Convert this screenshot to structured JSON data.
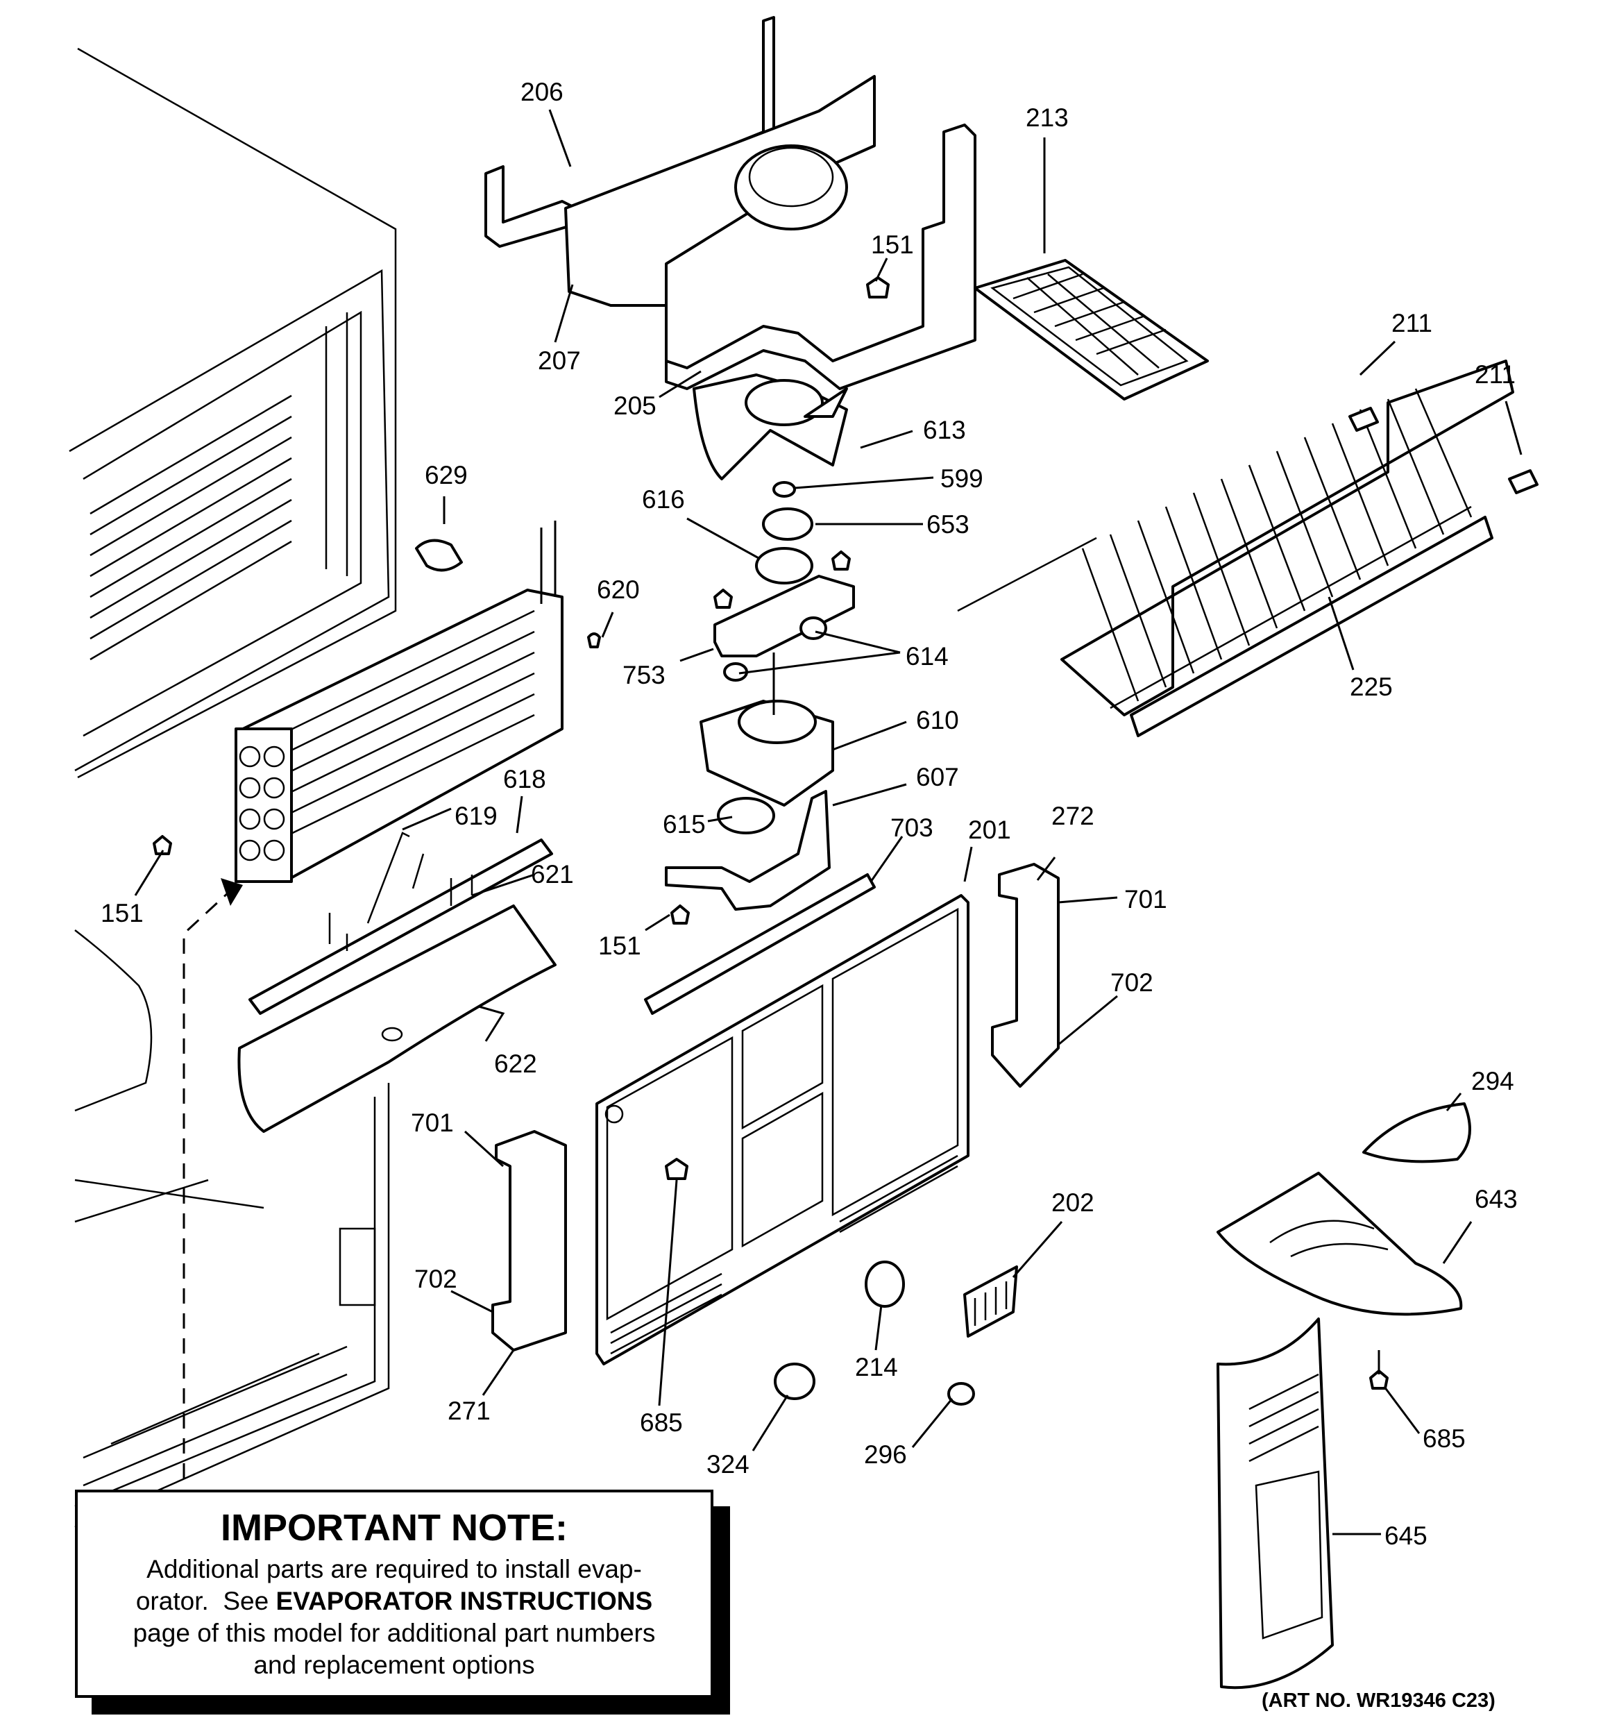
{
  "callouts": [
    {
      "id": "206",
      "label": "206"
    },
    {
      "id": "207",
      "label": "207"
    },
    {
      "id": "205",
      "label": "205"
    },
    {
      "id": "151a",
      "label": "151"
    },
    {
      "id": "213",
      "label": "213"
    },
    {
      "id": "211a",
      "label": "211"
    },
    {
      "id": "211b",
      "label": "211"
    },
    {
      "id": "613",
      "label": "613"
    },
    {
      "id": "599",
      "label": "599"
    },
    {
      "id": "616",
      "label": "616"
    },
    {
      "id": "653",
      "label": "653"
    },
    {
      "id": "629",
      "label": "629"
    },
    {
      "id": "620",
      "label": "620"
    },
    {
      "id": "753",
      "label": "753"
    },
    {
      "id": "614",
      "label": "614"
    },
    {
      "id": "225",
      "label": "225"
    },
    {
      "id": "610",
      "label": "610"
    },
    {
      "id": "618",
      "label": "618"
    },
    {
      "id": "619",
      "label": "619"
    },
    {
      "id": "607",
      "label": "607"
    },
    {
      "id": "615",
      "label": "615"
    },
    {
      "id": "703",
      "label": "703"
    },
    {
      "id": "201",
      "label": "201"
    },
    {
      "id": "272",
      "label": "272"
    },
    {
      "id": "701a",
      "label": "701"
    },
    {
      "id": "151b",
      "label": "151"
    },
    {
      "id": "621",
      "label": "621"
    },
    {
      "id": "151c",
      "label": "151"
    },
    {
      "id": "702a",
      "label": "702"
    },
    {
      "id": "622",
      "label": "622"
    },
    {
      "id": "294",
      "label": "294"
    },
    {
      "id": "701b",
      "label": "701"
    },
    {
      "id": "643",
      "label": "643"
    },
    {
      "id": "202",
      "label": "202"
    },
    {
      "id": "702b",
      "label": "702"
    },
    {
      "id": "214",
      "label": "214"
    },
    {
      "id": "271",
      "label": "271"
    },
    {
      "id": "685a",
      "label": "685"
    },
    {
      "id": "685b",
      "label": "685"
    },
    {
      "id": "324",
      "label": "324"
    },
    {
      "id": "296",
      "label": "296"
    },
    {
      "id": "645",
      "label": "645"
    }
  ],
  "note": {
    "title": "IMPORTANT NOTE:",
    "line1": "Additional parts are required to install evap-",
    "line2_pre": "orator.  See ",
    "line2_bold": "EVAPORATOR INSTRUCTIONS",
    "line3": "page of this model for additional part numbers",
    "line4": "and replacement options"
  },
  "art_number": "(ART NO. WR19346 C23)"
}
